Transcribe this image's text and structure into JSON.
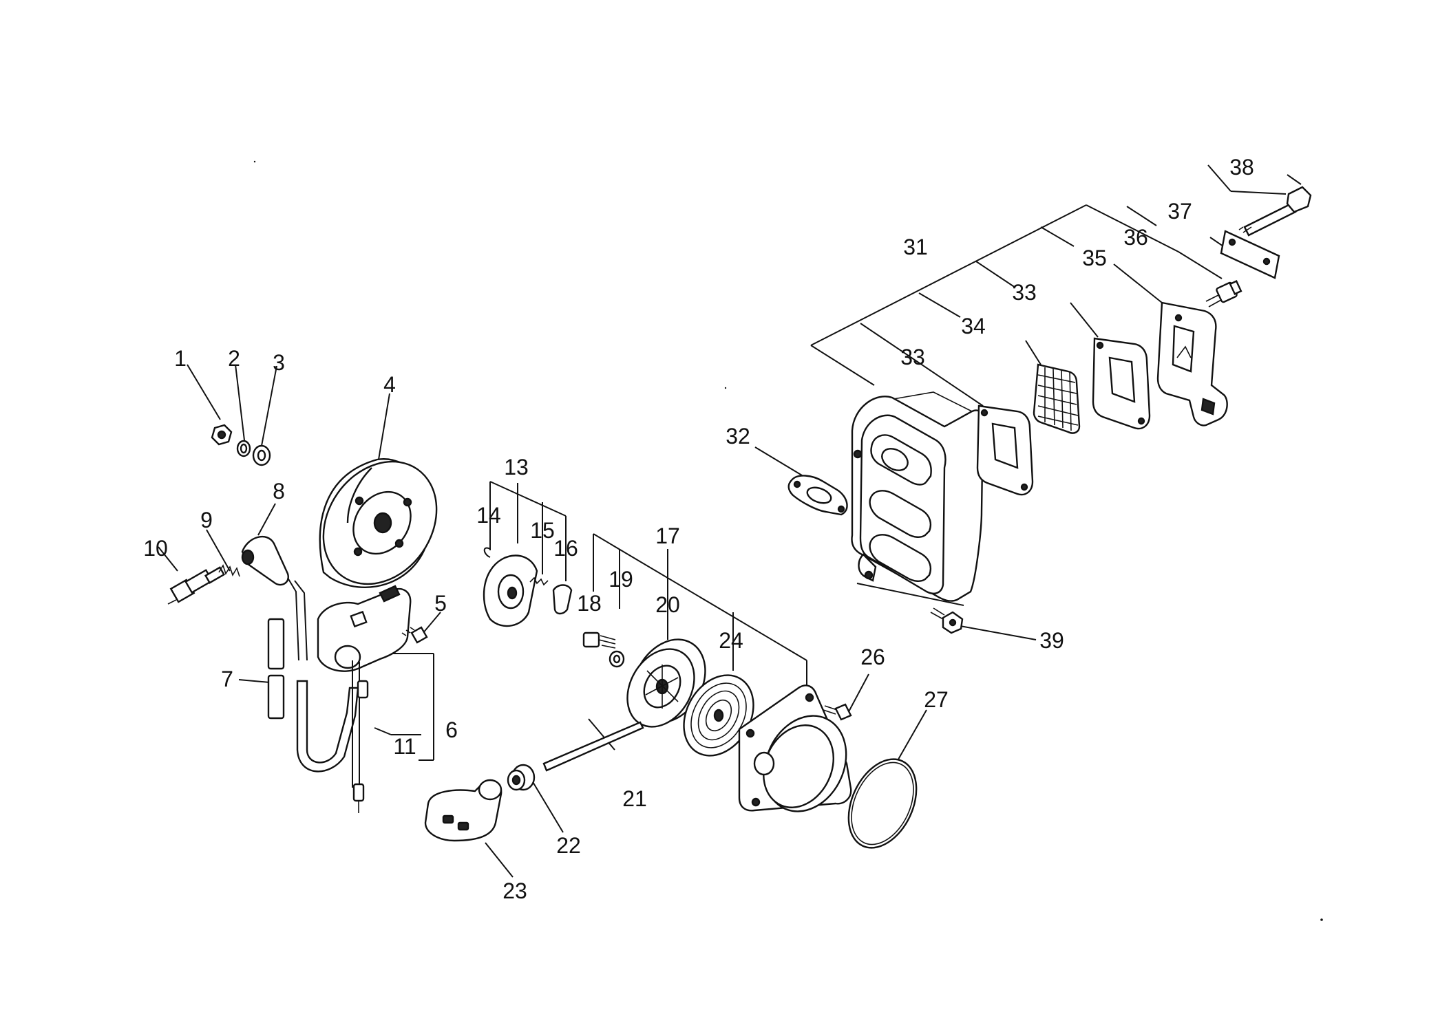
{
  "diagram": {
    "labels": [
      "1",
      "2",
      "3",
      "4",
      "5",
      "6",
      "7",
      "8",
      "9",
      "10",
      "11",
      "13",
      "14",
      "15",
      "16",
      "17",
      "18",
      "19",
      "20",
      "21",
      "22",
      "23",
      "24",
      "26",
      "27",
      "31",
      "32",
      "33",
      "33",
      "34",
      "35",
      "36",
      "37",
      "38",
      "39"
    ]
  }
}
